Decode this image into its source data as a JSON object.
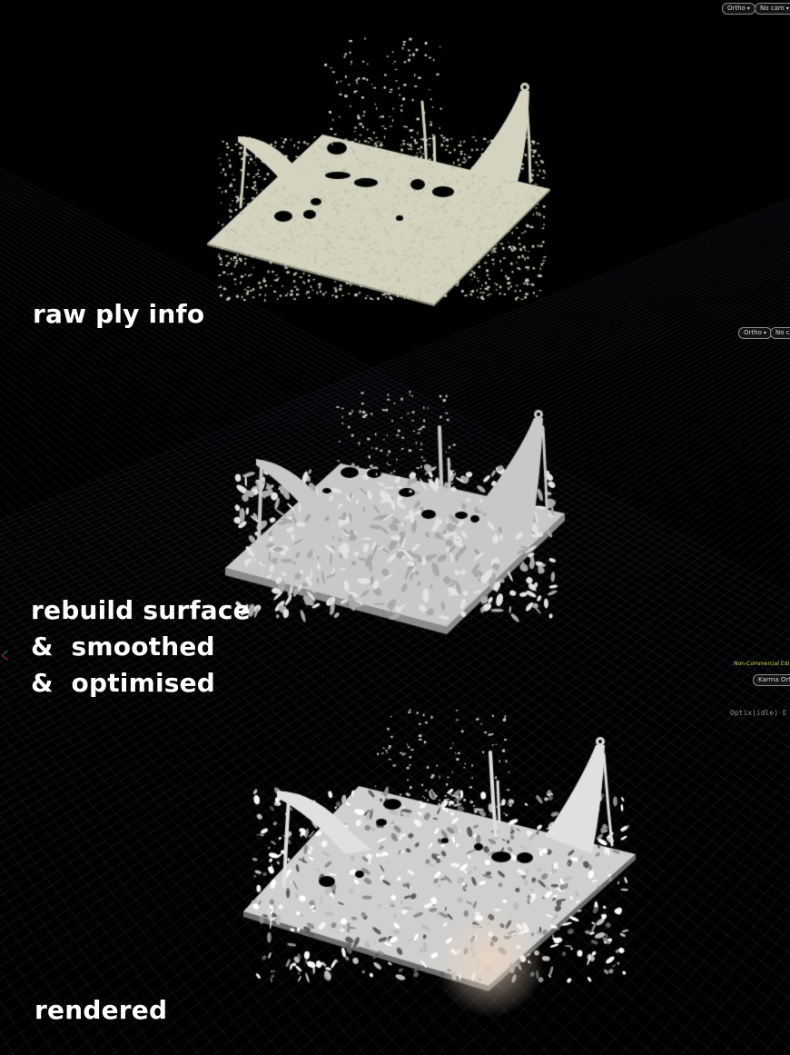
{
  "captions": {
    "raw": "raw ply info",
    "rebuild_line1": "rebuild surface",
    "rebuild_line2": "&  smoothed",
    "rebuild_line3": "&  optimised",
    "rendered": "rendered"
  },
  "viewport1": {
    "projection_label": "Ortho",
    "camera_label": "No cam"
  },
  "viewport2": {
    "projection_label": "Ortho",
    "camera_label": "No ca"
  },
  "viewport3": {
    "license_label": "Non-Commercial Edi",
    "renderer_label": "Karma Ort",
    "status_text": "Optix(idle) E"
  },
  "colors": {
    "background": "#000000",
    "grid_line": "#2a3240",
    "raw_mesh": "#d3d3c0",
    "smoothed_mesh": "#c8c8c8",
    "rendered_mesh": "#e0e0e0",
    "caption_text": "#ffffff",
    "license_text": "#d9d94a"
  },
  "icons": {
    "dropdown": "chevron-down-icon",
    "axis": "axis-gizmo-icon"
  }
}
